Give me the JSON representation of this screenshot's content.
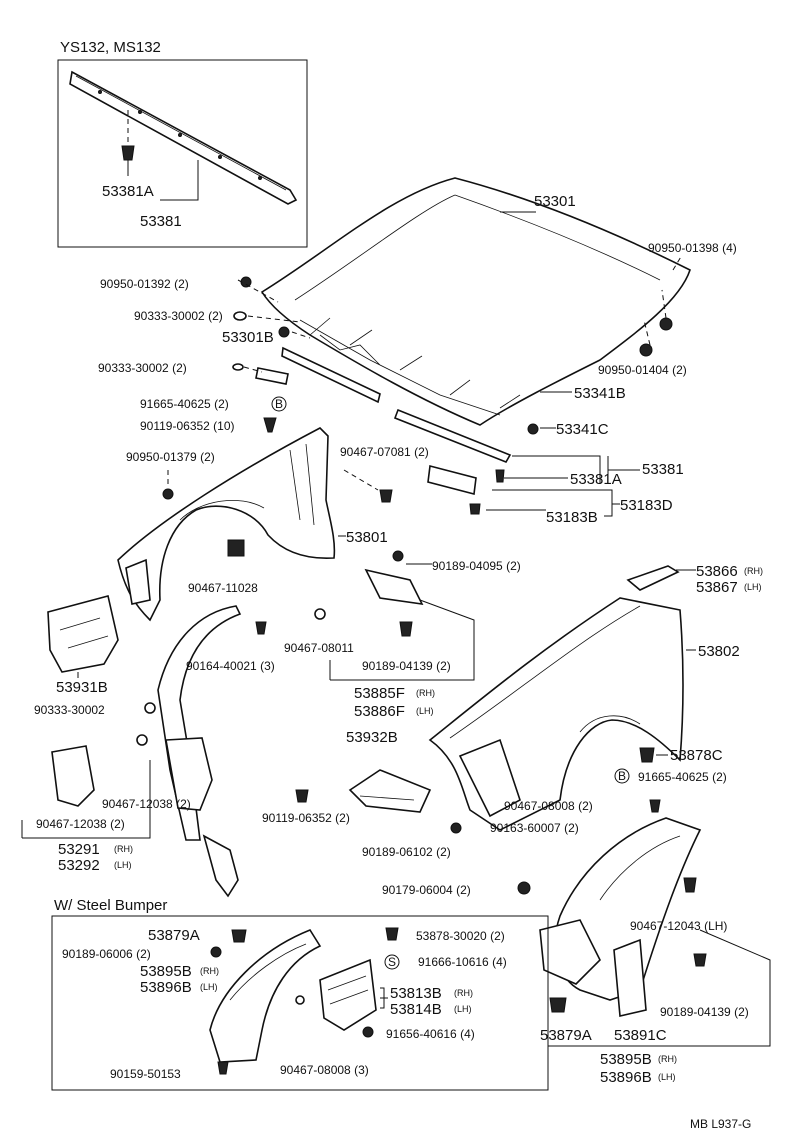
{
  "inset_top": {
    "title": "YS132, MS132",
    "clip": "53381A",
    "strip": "53381"
  },
  "inset_bottom": {
    "title": "W/ Steel Bumper"
  },
  "doc_code": "MB L937-G",
  "labels": {
    "hood": "53301",
    "n90950_01398": "90950-01398 (4)",
    "n90950_01392": "90950-01392 (2)",
    "n90333_30002_a": "90333-30002 (2)",
    "n53301B": "53301B",
    "n90333_30002_b": "90333-30002 (2)",
    "n90950_01404": "90950-01404 (2)",
    "n53341B": "53341B",
    "n53341C": "53341C",
    "n91665_40625_a": "91665-40625 (2)",
    "n90119_06352_a": "90119-06352 (10)",
    "n90950_01379": "90950-01379 (2)",
    "n90467_07081": "90467-07081 (2)",
    "n53381A": "53381A",
    "n53381": "53381",
    "n53183B": "53183B",
    "n53183D": "53183D",
    "n53801": "53801",
    "n90189_04095": "90189-04095 (2)",
    "n90467_11028": "90467-11028",
    "n53866": "53866",
    "n53867": "53867",
    "n53931B": "53931B",
    "n90467_08011": "90467-08011",
    "n90164_40021": "90164-40021 (3)",
    "n90189_04139_a": "90189-04139 (2)",
    "n53802": "53802",
    "n53885F": "53885F",
    "n53886F": "53886F",
    "n90333_30002_c": "90333-30002",
    "n53932B": "53932B",
    "n53878C": "53878C",
    "n91665_40625_b": "91665-40625 (2)",
    "n90467_12038_a": "90467-12038 (2)",
    "n90467_12038_b": "90467-12038 (2)",
    "n53291": "53291",
    "n53292": "53292",
    "n90119_06352_b": "90119-06352 (2)",
    "n90467_08008_a": "90467-08008 (2)",
    "n90163_60007": "90163-60007 (2)",
    "n90189_06102": "90189-06102 (2)",
    "n90179_06004": "90179-06004 (2)",
    "n53879A_a": "53879A",
    "n90189_06006": "90189-06006 (2)",
    "n53895B_a": "53895B",
    "n53896B_a": "53896B",
    "n53878_30020": "53878-30020 (2)",
    "n91666_10616": "91666-10616 (4)",
    "n53813B": "53813B",
    "n53814B": "53814B",
    "n91656_40616": "91656-40616 (4)",
    "n90159_50153": "90159-50153",
    "n90467_08008_b": "90467-08008 (3)",
    "n90467_12043": "90467-12043 (LH)",
    "n90189_04139_b": "90189-04139 (2)",
    "n53879A_b": "53879A",
    "n53891C": "53891C",
    "n53895B_b": "53895B",
    "n53896B_b": "53896B"
  },
  "side_tags": {
    "rh": "(RH)",
    "lh": "(LH)"
  },
  "ref_letter": "B"
}
